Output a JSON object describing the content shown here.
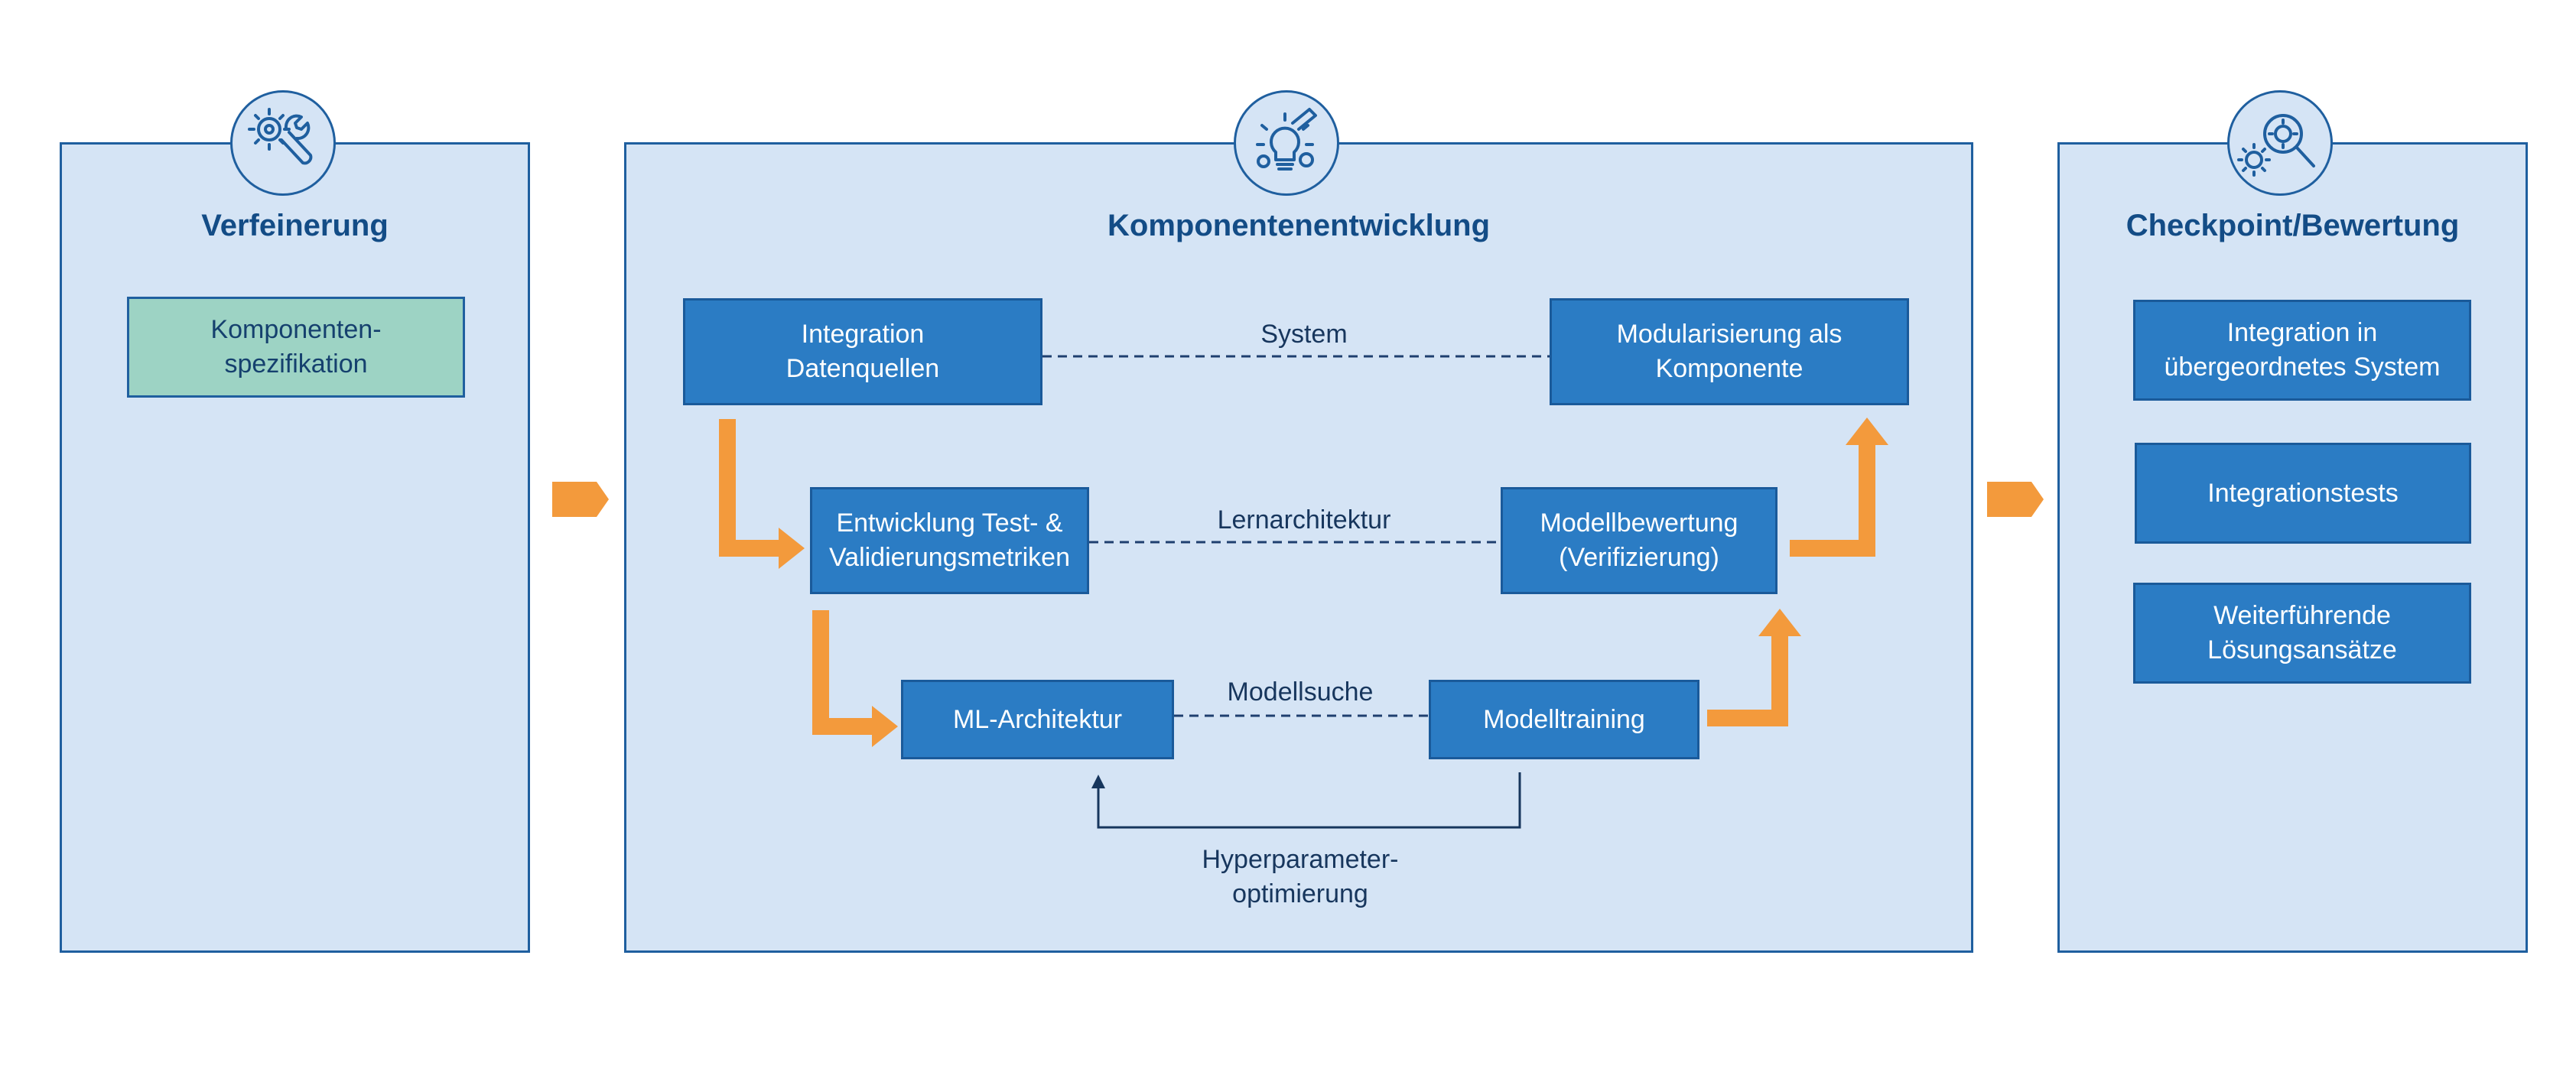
{
  "panels": {
    "left": {
      "title": "Verfeinerung",
      "icon": "wrench-gear-icon",
      "items": [
        "Komponenten-\nspezifikation"
      ]
    },
    "center": {
      "title": "Komponentenentwicklung",
      "icon": "lightbulb-idea-icon",
      "boxes": {
        "integration_datenquellen": "Integration\nDatenquellen",
        "modularisierung": "Modularisierung als\nKomponente",
        "entwicklung_test": "Entwicklung Test- &\nValidierungsmetriken",
        "modellbewertung": "Modellbewertung\n(Verifizierung)",
        "ml_architektur": "ML-Architektur",
        "modelltraining": "Modelltraining"
      },
      "connectors": {
        "system": "System",
        "lernarchitektur": "Lernarchitektur",
        "modellsuche": "Modellsuche",
        "hyperparameter": "Hyperparameter-\noptimierung"
      }
    },
    "right": {
      "title": "Checkpoint/Bewertung",
      "icon": "magnifier-gear-icon",
      "items": [
        "Integration in\nübergeordnetes System",
        "Integrationstests",
        "Weiterführende\nLösungsansätze"
      ]
    }
  },
  "colors": {
    "panel_fill": "#d5e4f5",
    "panel_border": "#1f5f9f",
    "box_blue": "#2b7cc4",
    "box_green": "#9dd3c4",
    "arrow_orange": "#f39a3c",
    "title_text": "#134c86"
  }
}
